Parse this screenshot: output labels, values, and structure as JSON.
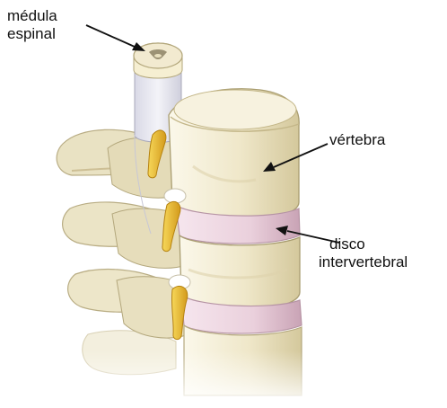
{
  "labels": {
    "spinal_cord": {
      "line1": "médula",
      "line2": "espinal"
    },
    "vertebra": "vértebra",
    "disc": {
      "line1": "disco",
      "line2": "intervertebral"
    }
  },
  "colors": {
    "bone_light": "#f4efd9",
    "bone": "#e8dfbe",
    "bone_shadow": "#c9bd92",
    "disc": "#e9c9d8",
    "disc_shadow": "#caa2b4",
    "nerve": "#f0c232",
    "nerve_shadow": "#c8931a",
    "dura": "#e4e4ee",
    "arrow": "#111111"
  }
}
